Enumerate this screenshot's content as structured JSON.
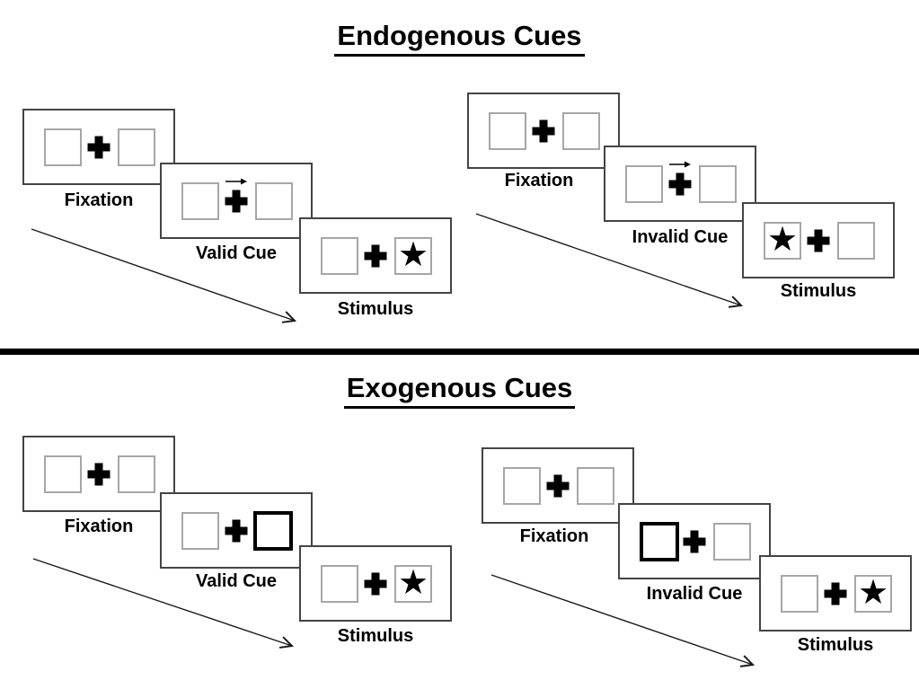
{
  "sections": [
    {
      "title": "Endogenous Cues"
    },
    {
      "title": "Exogenous Cues"
    }
  ],
  "icons": {
    "star": "★"
  },
  "groups": [
    {
      "trial": "endogenous-valid",
      "fixation_label": "Fixation",
      "cue_label": "Valid Cue",
      "stimulus_label": "Stimulus"
    },
    {
      "trial": "endogenous-invalid",
      "fixation_label": "Fixation",
      "cue_label": "Invalid Cue",
      "stimulus_label": "Stimulus"
    },
    {
      "trial": "exogenous-valid",
      "fixation_label": "Fixation",
      "cue_label": "Valid Cue",
      "stimulus_label": "Stimulus"
    },
    {
      "trial": "exogenous-invalid",
      "fixation_label": "Fixation",
      "cue_label": "Invalid Cue",
      "stimulus_label": "Stimulus"
    }
  ],
  "colors": {
    "ink": "#000000",
    "box_border": "#a6a6a6",
    "panel_border": "#444444"
  }
}
